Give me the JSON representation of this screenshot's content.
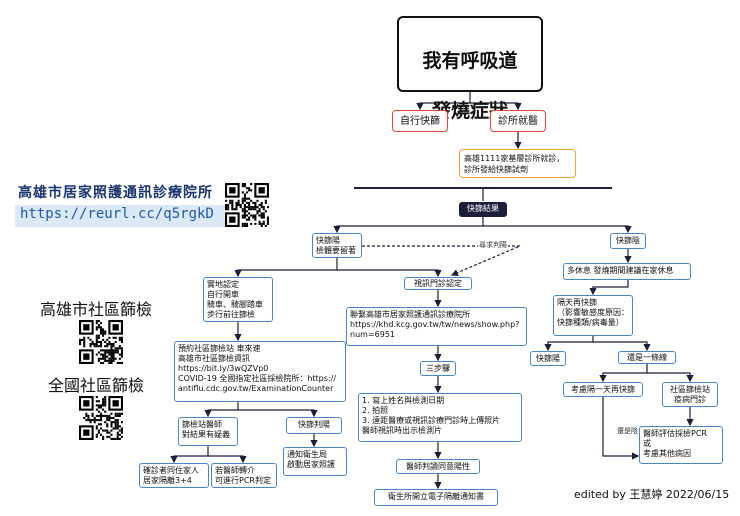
{
  "title": {
    "line1": "我有呼吸道",
    "line2": "發燒症狀"
  },
  "options": {
    "self_test": "自行快篩",
    "clinic": "診所就醫"
  },
  "clinic_note": "高雄1111家基層診所就診，\n診所發給快篩試劑",
  "result_label": "快篩結果",
  "positive": {
    "label": "快篩陽\n檢體要留著",
    "onsite": "實地認定\n自行開車\n騎車、騎腳踏車\n步行前往篩檢",
    "booking": "預約社區篩檢站 車來速\n高雄市社區篩檢資訊\nhttps://bit.ly/3wQZVp0\nCOVID-19 全國指定社區採檢院所：https://\nantiflu.cdc.gov.tw/ExaminationCounter",
    "station_doctor": "篩檢站醫師\n對結果有疑義",
    "station_judge": "快篩判陽",
    "confirm_cohabit": "確診者同住家人\n居家隔離3+4",
    "referral": "若醫師轉介\n可進行PCR判定",
    "notify": "通知衛生局\n啟動居家照護",
    "video": "視訊門診認定",
    "contact": "聯繫高雄市居家照護通訊診療院所\nhttps://khd.kcg.gov.tw/tw/news/show.php?\nnum=6951",
    "three_steps": "三步驟",
    "steps": "1. 寫上姓名與檢測日期\n2. 拍照\n3. 遠距醫療或視訊診療門診時上傳照片\n醫師視訊時出示檢測片",
    "doctor_confirm": "醫師判讀同意陽性",
    "certificate": "衛生所開立電子隔離通知書"
  },
  "seek_judgment": "尋求判陽",
  "negative": {
    "label": "快篩陰",
    "rest": "多休息 發燒期間建議在家休息",
    "retest": "隔天再快篩\n（影響敏感度原因：\n快篩種類/病毒量）",
    "retest_positive": "快篩陽",
    "still_negative": "還是一條線",
    "consider_retest": "考慮隔一天再快篩",
    "station_clinic": "社區篩檢站\n疫病門診",
    "still_neg_label": "還是陰",
    "pcr_eval": "醫師評估採檢PCR\n或\n考慮其他病因"
  },
  "hotline": {
    "title": "高雄市居家照護通訊診療院所",
    "url": "https://reurl.cc/q5rgkD"
  },
  "side": {
    "kaohsiung": "高雄市社區篩檢",
    "national": "全國社區篩檢"
  },
  "credit": "edited by 王慧婷 2022/06/15",
  "icons": {
    "qr": "qr-code-icon"
  },
  "colors": {
    "connector": "#1b1f3b",
    "node_border": "#4a86c5",
    "red": "#d9463e",
    "orange": "#f0a33a",
    "hotline_bg": "#dbe8f5",
    "hotline_text": "#1e5aa8"
  }
}
